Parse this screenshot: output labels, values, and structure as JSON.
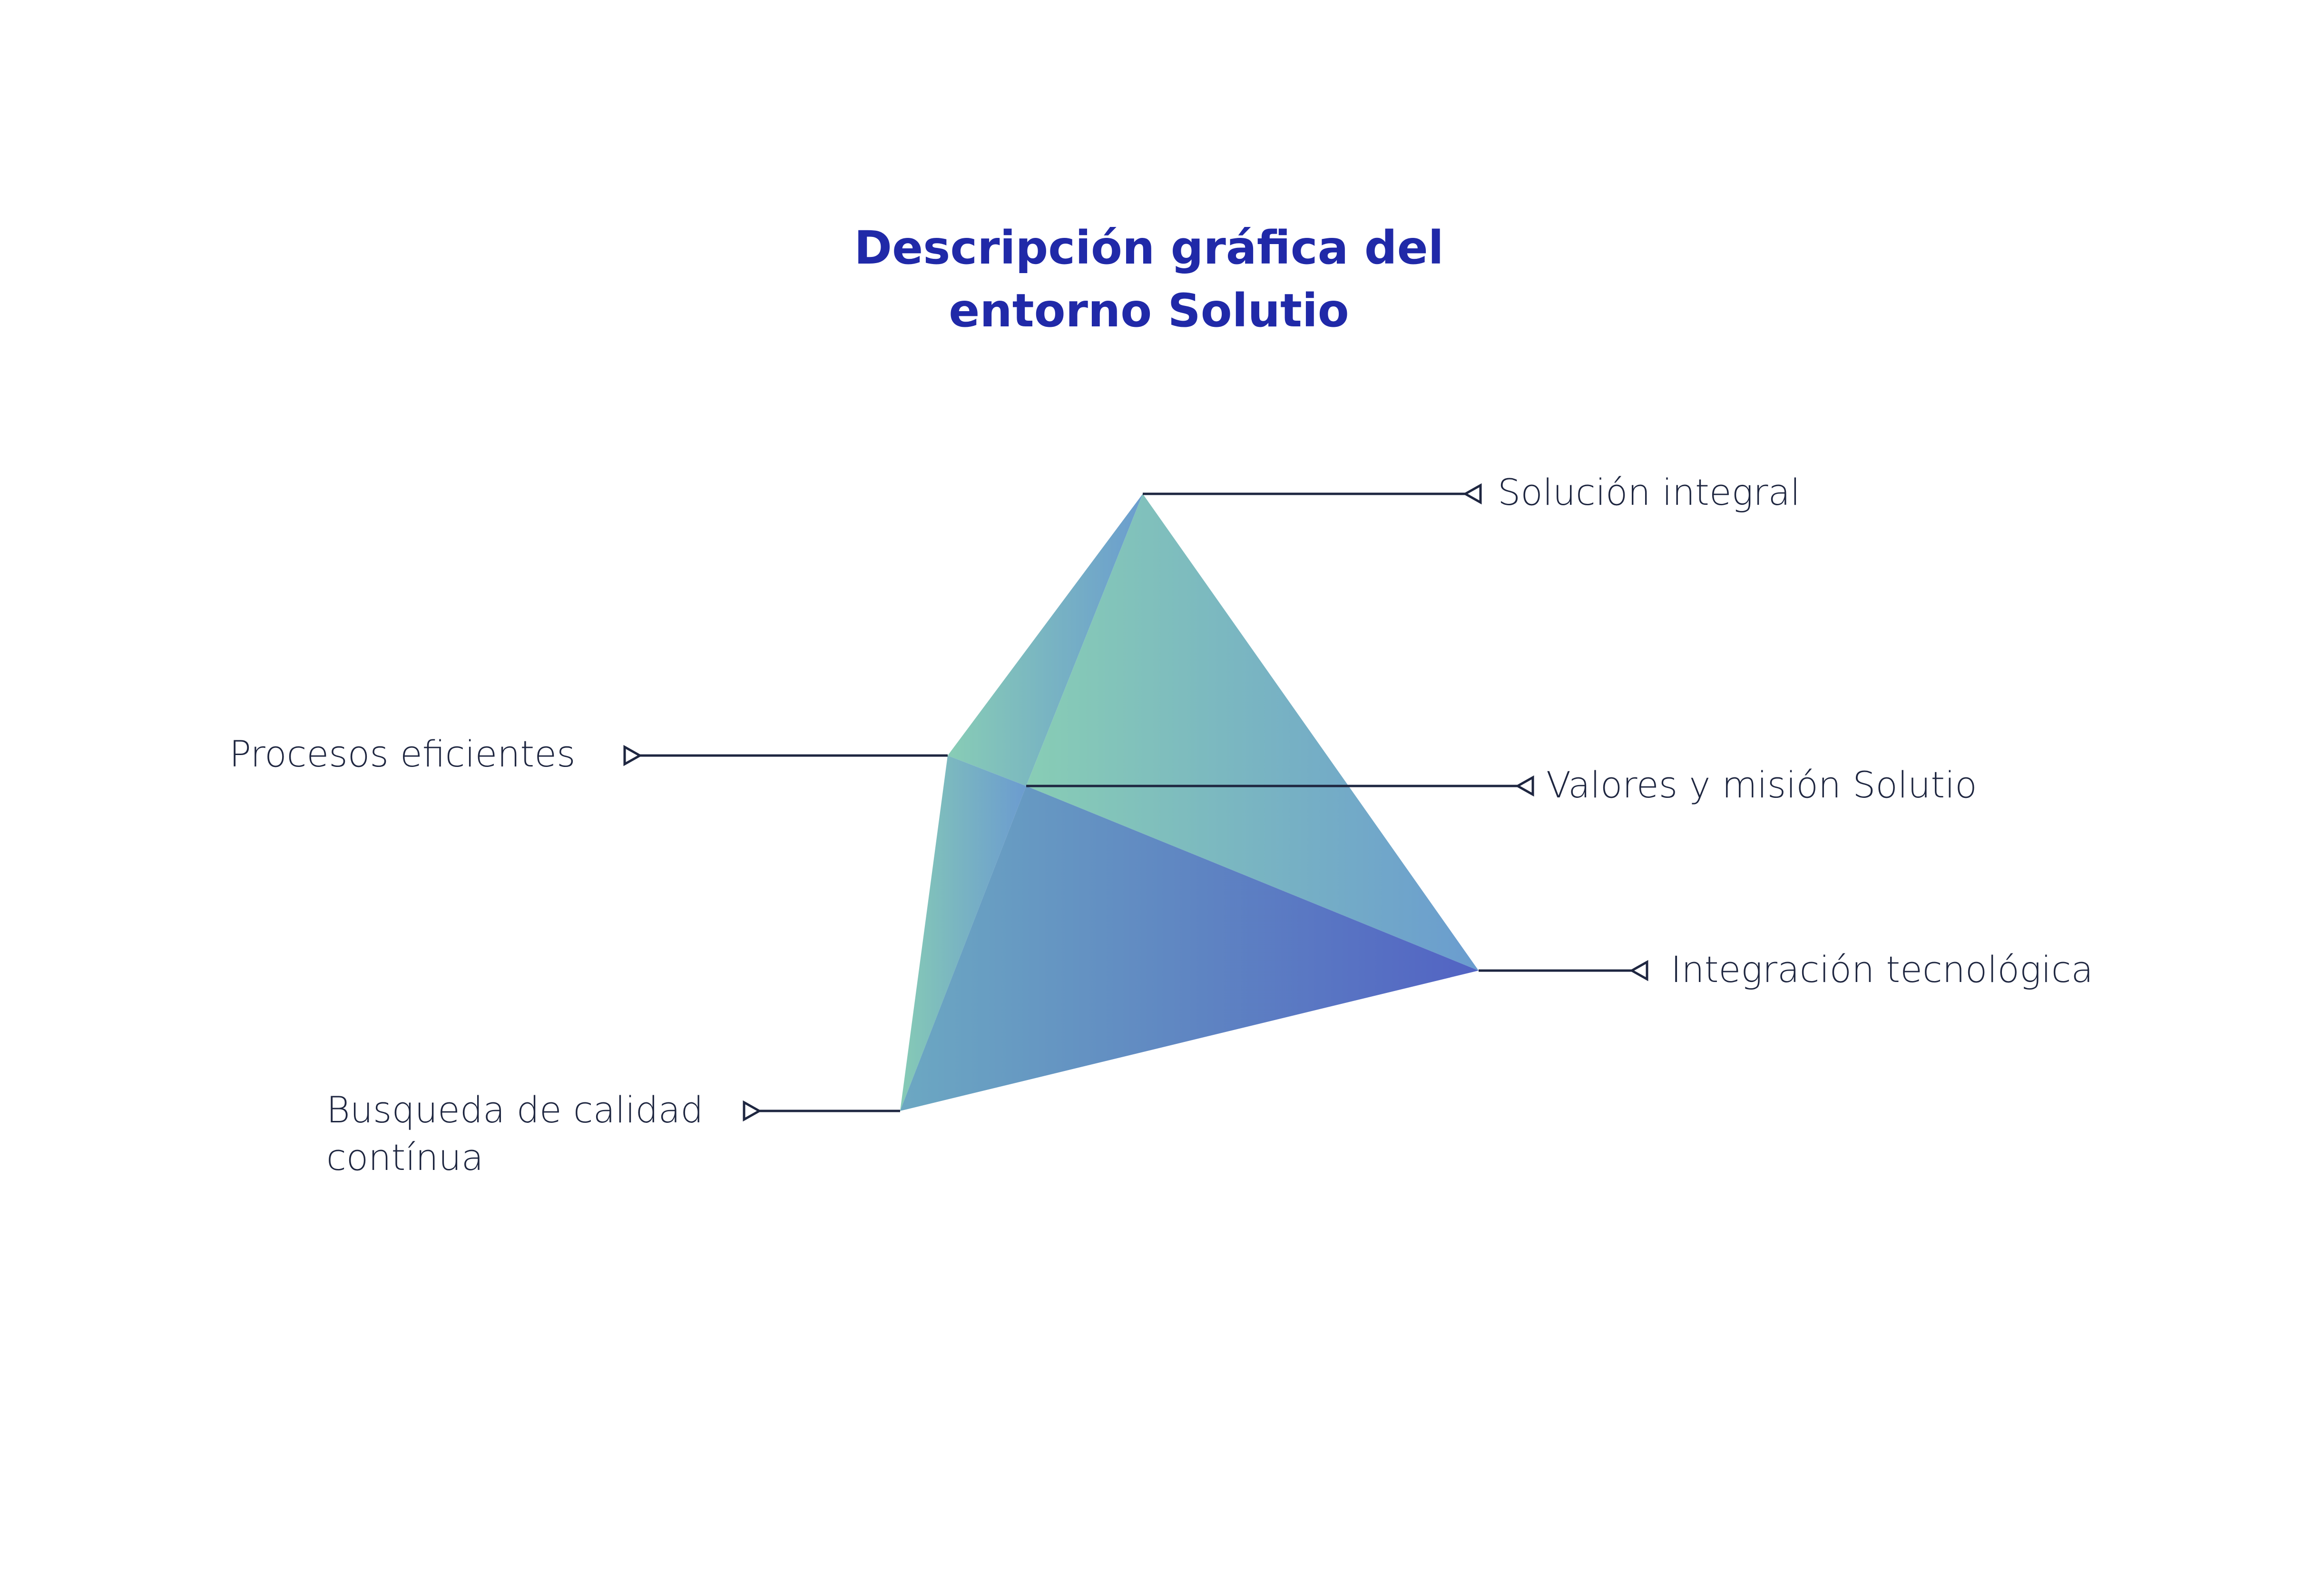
{
  "title": {
    "line1": "Descripción gráfica del",
    "line2": "entorno Solutio"
  },
  "labels": {
    "top": "Solución integral",
    "left": "Procesos eficientes",
    "center": "Valores y misión Solutio",
    "right": "Integración tecnológica",
    "bottom_line1": "Busqueda de calidad",
    "bottom_line2": "contínua"
  },
  "colors": {
    "title": "#2029a8",
    "text": "#1e2640",
    "green": "#88cdb5",
    "blue": "#6a9ccf",
    "indigo": "#5263c3"
  }
}
